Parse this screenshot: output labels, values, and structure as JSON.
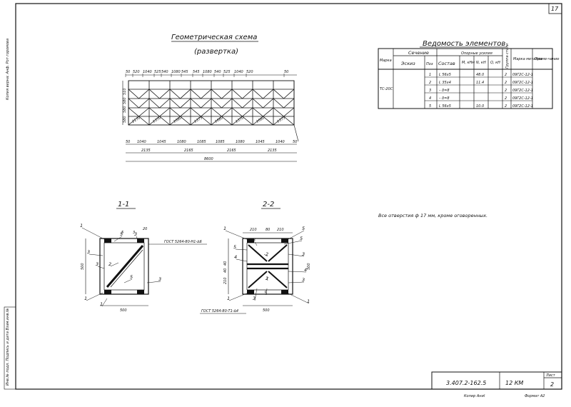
{
  "sheet_number": "17",
  "scheme": {
    "title": "Геометрическая схема",
    "subtitle": "(развертка)",
    "top_dims": [
      "50",
      "520",
      "1040",
      "525",
      "540",
      "1080",
      "545",
      "545",
      "1080",
      "540",
      "525",
      "1040",
      "520",
      "50"
    ],
    "left_dims": [
      "510",
      "580",
      "580",
      "580"
    ],
    "bottom_dims": [
      "50",
      "1040",
      "1045",
      "1080",
      "1085",
      "1085",
      "1080",
      "1045",
      "1040",
      "50"
    ],
    "sub_totals": [
      "2135",
      "2165",
      "2165",
      "2135"
    ],
    "total": "8600",
    "diag_labels": [
      "2170",
      "1370",
      "1680",
      "1375",
      "1680",
      "1370",
      "1680",
      "1375"
    ]
  },
  "table": {
    "title": "Ведомость элементов",
    "headers": {
      "marka": "Марка",
      "section": "Сечение",
      "sketch": "Эскиз",
      "pos": "Поз",
      "sostav": "Состав",
      "forces": "Опорные усилия",
      "m": "М, кНм",
      "n": "N, кН",
      "q": "Q, кН",
      "group": "Группа стали",
      "metal": "Марка металла",
      "note": "Приме-чание"
    },
    "mark_value": "ТС-20С",
    "rows": [
      {
        "pos": "1",
        "sostav": "L 56х5",
        "m": "",
        "n": "48.0",
        "q": "",
        "group": "2",
        "metal": "09Г2С-12-1"
      },
      {
        "pos": "2",
        "sostav": "L 35х4",
        "m": "",
        "n": "11.4",
        "q": "",
        "group": "2",
        "metal": "09Г2С-12-1"
      },
      {
        "pos": "3",
        "sostav": "– δ=8",
        "m": "",
        "n": "",
        "q": "",
        "group": "2",
        "metal": "09Г2С-12-1"
      },
      {
        "pos": "4",
        "sostav": "– δ=8",
        "m": "",
        "n": "",
        "q": "",
        "group": "2",
        "metal": "09Г2С-12-1"
      },
      {
        "pos": "5",
        "sostav": "L 56х5",
        "m": "",
        "n": "10.0",
        "q": "",
        "group": "2",
        "metal": "09Г2С-12-1"
      }
    ]
  },
  "note": "Все отверстия ф 17 мм, кроме оговоренных.",
  "section1": {
    "title": "1-1",
    "dims": [
      "5",
      "3",
      "20",
      "500",
      "500"
    ],
    "labels": [
      "1",
      "3",
      "2",
      "3",
      "5",
      "3",
      "1",
      "5",
      "1",
      "3"
    ],
    "gost": "ГОСТ 5264-80-Н1-∆6"
  },
  "section2": {
    "title": "2-2",
    "dims": [
      "210",
      "80",
      "210",
      "500",
      "500",
      "40",
      "40",
      "210"
    ],
    "labels": [
      "1",
      "5",
      "3",
      "2",
      "4",
      "5",
      "3",
      "2",
      "3",
      "1",
      "5",
      "4",
      "1",
      "3",
      "5"
    ],
    "gost": "ГОСТ 5264-80-Т1-∆4"
  },
  "stamp": {
    "code": "3.407.2-162.5",
    "km": "12 КМ",
    "sheet_label": "Лист",
    "sheet": "2"
  },
  "footer": {
    "copied": "Копир Аниl",
    "format": "Формат А2"
  },
  "margin_left_top": "Копия верна: Анф. Рот горомова",
  "margin_left_bottom": "Инв.№ подл. Подпись и дата Взам.инв.№"
}
